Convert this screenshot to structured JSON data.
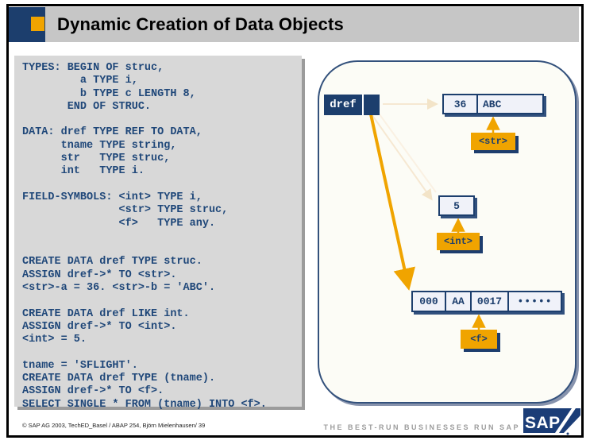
{
  "title": "Dynamic Creation of Data Objects",
  "colors": {
    "navy": "#1c3e6d",
    "orange": "#f0a400",
    "codetext": "#1f4779",
    "titlegray": "#c6c6c6",
    "codebg": "#d8d8d8",
    "diagbg": "#fcfcf6"
  },
  "code": {
    "text": "TYPES: BEGIN OF struc,\n         a TYPE i,\n         b TYPE c LENGTH 8,\n       END OF STRUC.\n\nDATA: dref TYPE REF TO DATA,\n      tname TYPE string,\n      str   TYPE struc,\n      int   TYPE i.\n\nFIELD-SYMBOLS: <int> TYPE i,\n               <str> TYPE struc,\n               <f>   TYPE any.\n\n\nCREATE DATA dref TYPE struc.\nASSIGN dref->* TO <str>.\n<str>-a = 36. <str>-b = 'ABC'.\n\nCREATE DATA dref LIKE int.\nASSIGN dref->* TO <int>.\n<int> = 5.\n\ntname = 'SFLIGHT'.\nCREATE DATA dref TYPE (tname).\nASSIGN dref->* TO <f>.\nSELECT SINGLE * FROM (tname) INTO <f>."
  },
  "diagram": {
    "dref_label": "dref",
    "struct_box": {
      "cells": [
        "36",
        "ABC"
      ]
    },
    "int_box": {
      "value": "5"
    },
    "table_box": {
      "cells": [
        "000",
        "AA",
        "0017",
        "•••••"
      ]
    },
    "tags": {
      "str": "<str>",
      "int": "<int>",
      "f": "<f>"
    }
  },
  "footer": {
    "copyright": "© SAP AG 2003, TechED_Basel / ABAP 254, Björn Mielenhausen/ 39",
    "slogan": "THE BEST-RUN BUSINESSES RUN SAP",
    "logo_text": "SAP"
  }
}
